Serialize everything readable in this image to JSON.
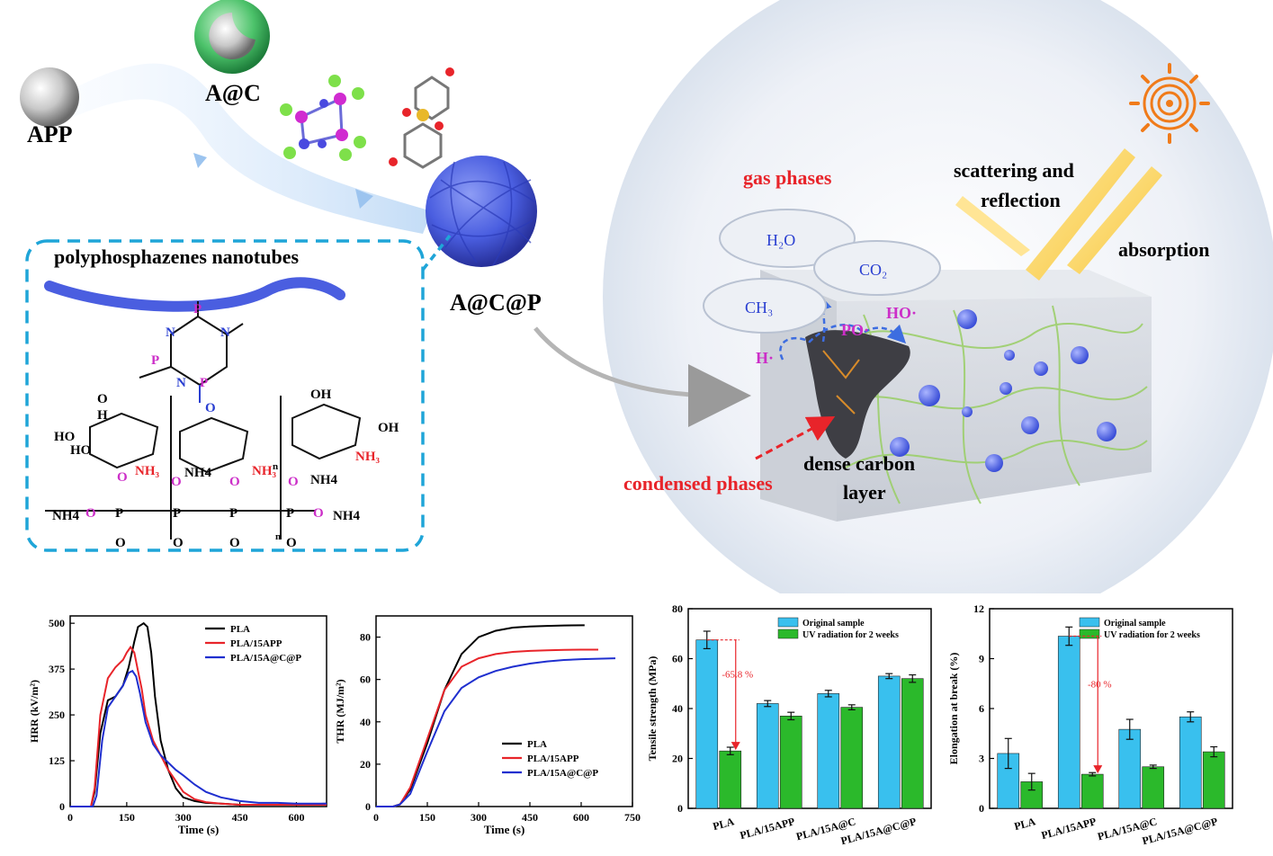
{
  "schematic": {
    "labels": {
      "app": "APP",
      "ac": "A@C",
      "acp": "A@C@P",
      "nanotubes": "polyphosphazenes nanotubes",
      "gas": "gas phases",
      "condensed": "condensed phases",
      "carbon1": "dense carbon",
      "carbon2": "layer",
      "scatter1": "scattering and",
      "scatter2": "reflection",
      "absorption": "absorption",
      "h2o": "H₂O",
      "co2": "CO₂",
      "ch3": "CH₃",
      "po": "PO·",
      "ho": "HO·",
      "h": "H·",
      "nh3_a": "NH₃",
      "nh3_b": "NH₃",
      "nh3_c": "NH₃",
      "nh4_a": "NH4",
      "nh4_b": "NH4",
      "nh4_c": "NH4",
      "nh4_d": "NH4",
      "oh_top": "OH",
      "oh_right": "OH",
      "ho_left": "HO",
      "ho_left2": "HO",
      "o_h": "H",
      "sub_n1": "n",
      "sub_n2": "n"
    },
    "colors": {
      "accent_red": "#e8242a",
      "phosphorus": "#cc2ec8",
      "nitrogen": "#2a3fd1",
      "dash_blue": "#1fa5d8",
      "sphere_blue": "#4a5ee0",
      "cloud_text": "#2a3fd1"
    }
  },
  "chart_data": [
    {
      "type": "line",
      "xlabel": "Time (s)",
      "ylabel": "HRR (kV/m²)",
      "xlim": [
        0,
        680
      ],
      "ylim": [
        0,
        520
      ],
      "xticks": [
        0,
        150,
        300,
        450,
        600
      ],
      "yticks": [
        0,
        125,
        250,
        375,
        500
      ],
      "legend_position": "top-right",
      "series": [
        {
          "name": "PLA",
          "color": "#000000",
          "x": [
            0,
            40,
            55,
            65,
            80,
            100,
            120,
            140,
            155,
            170,
            180,
            195,
            205,
            215,
            225,
            240,
            260,
            280,
            300,
            330,
            360,
            400,
            450,
            500,
            550,
            600,
            680
          ],
          "y": [
            0,
            0,
            0,
            40,
            200,
            290,
            300,
            330,
            380,
            450,
            490,
            500,
            490,
            420,
            300,
            180,
            100,
            50,
            25,
            15,
            10,
            8,
            5,
            5,
            5,
            5,
            8
          ]
        },
        {
          "name": "PLA/15APP",
          "color": "#e8242a",
          "x": [
            0,
            45,
            55,
            65,
            80,
            100,
            120,
            140,
            150,
            160,
            170,
            180,
            190,
            200,
            220,
            240,
            260,
            280,
            300,
            330,
            360,
            400,
            450,
            500,
            600,
            680
          ],
          "y": [
            0,
            0,
            0,
            50,
            250,
            350,
            380,
            400,
            420,
            435,
            420,
            370,
            320,
            250,
            180,
            140,
            100,
            70,
            40,
            20,
            12,
            8,
            5,
            5,
            5,
            5
          ]
        },
        {
          "name": "PLA/15A@C@P",
          "color": "#1f2fcf",
          "x": [
            0,
            50,
            60,
            70,
            85,
            100,
            120,
            140,
            155,
            165,
            175,
            185,
            200,
            220,
            240,
            260,
            280,
            300,
            330,
            360,
            400,
            450,
            500,
            550,
            600,
            680
          ],
          "y": [
            0,
            0,
            0,
            30,
            180,
            270,
            300,
            330,
            365,
            370,
            355,
            310,
            230,
            170,
            140,
            120,
            100,
            85,
            60,
            40,
            25,
            15,
            10,
            10,
            8,
            8
          ]
        }
      ]
    },
    {
      "type": "line",
      "xlabel": "Time (s)",
      "ylabel": "THR (MJ/m²)",
      "xlim": [
        0,
        750
      ],
      "ylim": [
        0,
        90
      ],
      "xticks": [
        0,
        150,
        300,
        450,
        600,
        750
      ],
      "yticks": [
        0,
        20,
        40,
        60,
        80
      ],
      "legend_position": "bottom-right",
      "series": [
        {
          "name": "PLA",
          "color": "#000000",
          "x": [
            0,
            50,
            70,
            100,
            150,
            200,
            250,
            300,
            350,
            400,
            450,
            500,
            550,
            610
          ],
          "y": [
            0,
            0,
            1,
            8,
            30,
            55,
            72,
            80,
            83,
            84.5,
            85,
            85.3,
            85.5,
            85.6
          ]
        },
        {
          "name": "PLA/15APP",
          "color": "#e8242a",
          "x": [
            0,
            50,
            70,
            100,
            150,
            200,
            250,
            300,
            350,
            400,
            450,
            500,
            550,
            600,
            650
          ],
          "y": [
            0,
            0,
            1,
            9,
            32,
            55,
            66,
            70,
            72,
            73,
            73.5,
            73.8,
            74,
            74.1,
            74.1
          ]
        },
        {
          "name": "PLA/15A@C@P",
          "color": "#1f2fcf",
          "x": [
            0,
            50,
            70,
            100,
            150,
            200,
            250,
            300,
            350,
            400,
            450,
            500,
            550,
            600,
            700
          ],
          "y": [
            0,
            0,
            1,
            6,
            26,
            45,
            56,
            61,
            64,
            66,
            67.5,
            68.5,
            69.2,
            69.6,
            70
          ]
        }
      ]
    },
    {
      "type": "bar",
      "ylabel": "Tensile strength (MPa)",
      "ylim": [
        0,
        80
      ],
      "yticks": [
        0,
        20,
        40,
        60,
        80
      ],
      "categories": [
        "PLA",
        "PLA/15APP",
        "PLA/15A@C",
        "PLA/15A@C@P"
      ],
      "legend_position": "top-right",
      "series": [
        {
          "name": "Original sample",
          "color": "#39c0ee",
          "values": [
            67.5,
            42,
            46,
            53
          ],
          "errors": [
            3.5,
            1.2,
            1.3,
            1
          ]
        },
        {
          "name": "UV radiation for 2 weeks",
          "color": "#2bb92b",
          "values": [
            23,
            37,
            40.5,
            52
          ],
          "errors": [
            1.5,
            1.5,
            1,
            1.5
          ]
        }
      ],
      "annotation": "-65.8 %"
    },
    {
      "type": "bar",
      "ylabel": "Elongation at break (%)",
      "ylim": [
        0,
        12
      ],
      "yticks": [
        0,
        3,
        6,
        9,
        12
      ],
      "categories": [
        "PLA",
        "PLA/15APP",
        "PLA/15A@C",
        "PLA/15A@C@P"
      ],
      "legend_position": "top-right",
      "series": [
        {
          "name": "Original sample",
          "color": "#39c0ee",
          "values": [
            3.3,
            10.35,
            4.75,
            5.5
          ],
          "errors": [
            0.9,
            0.55,
            0.6,
            0.3
          ]
        },
        {
          "name": "UV radiation for 2 weeks",
          "color": "#2bb92b",
          "values": [
            1.6,
            2.05,
            2.5,
            3.4
          ],
          "errors": [
            0.5,
            0.1,
            0.1,
            0.3
          ]
        }
      ],
      "annotation": "-80 %"
    }
  ]
}
